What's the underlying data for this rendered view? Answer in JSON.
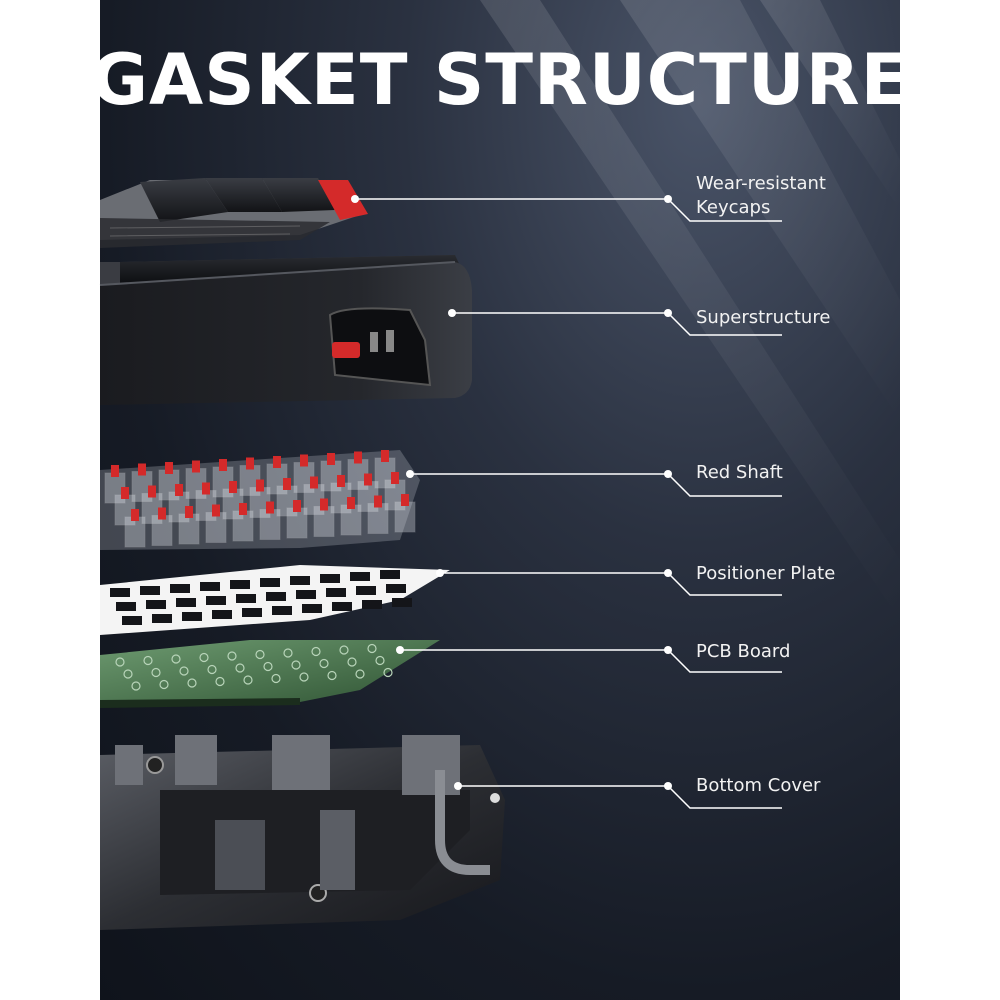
{
  "title": "GASKET STRUCTURE",
  "colors": {
    "background": "#171c26",
    "accent_red": "#d42a2a",
    "pcb_green": "#4e7a52",
    "line": "#ffffff"
  },
  "layers": [
    {
      "id": "keycaps",
      "label_lines": [
        "Wear-resistant",
        "Keycaps"
      ]
    },
    {
      "id": "superstructure",
      "label_lines": [
        "Superstructure"
      ]
    },
    {
      "id": "red-shaft",
      "label_lines": [
        "Red Shaft"
      ]
    },
    {
      "id": "positioner-plate",
      "label_lines": [
        "Positioner Plate"
      ]
    },
    {
      "id": "pcb-board",
      "label_lines": [
        "PCB Board"
      ]
    },
    {
      "id": "bottom-cover",
      "label_lines": [
        "Bottom Cover"
      ]
    }
  ]
}
